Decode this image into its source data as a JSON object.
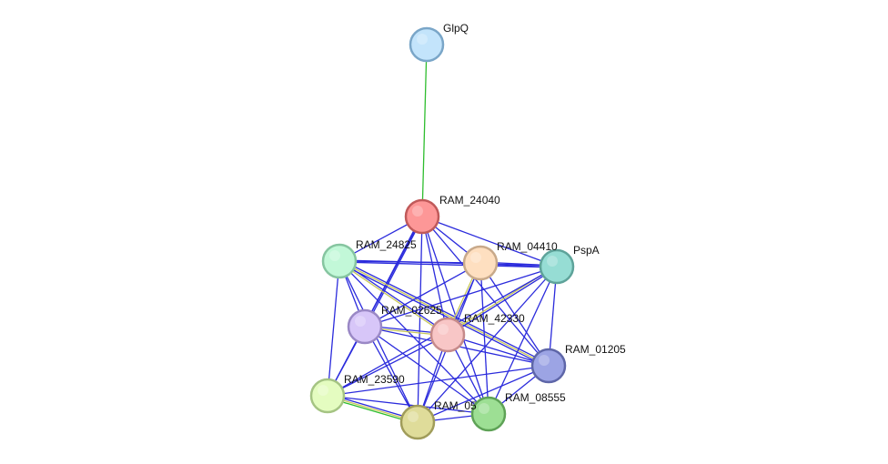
{
  "colors": {
    "background": "#ffffff",
    "edge_blue": "#2b2bdc",
    "edge_green": "#2ebd2e",
    "edge_yellow": "#c8c85a"
  },
  "nodes": [
    {
      "id": "GlpQ",
      "label": "GlpQ",
      "fill": "#c3e4fb",
      "stroke": "#7aa6c8"
    },
    {
      "id": "RAM_24040",
      "label": "RAM_24040",
      "fill": "#fd9797",
      "stroke": "#c05a5a"
    },
    {
      "id": "RAM_24825",
      "label": "RAM_24825",
      "fill": "#c2f8d8",
      "stroke": "#86c5a0"
    },
    {
      "id": "RAM_04410",
      "label": "RAM_04410",
      "fill": "#fedfc0",
      "stroke": "#c8a98a"
    },
    {
      "id": "PspA",
      "label": "PspA",
      "fill": "#96ddd4",
      "stroke": "#5ea39a"
    },
    {
      "id": "RAM_02625",
      "label": "RAM_02625",
      "fill": "#d7c6f8",
      "stroke": "#9a88c5"
    },
    {
      "id": "RAM_42330",
      "label": "RAM_42330",
      "fill": "#f8c6c6",
      "stroke": "#c58a8a"
    },
    {
      "id": "RAM_01205",
      "label": "RAM_01205",
      "fill": "#9ca4e4",
      "stroke": "#5e66a8"
    },
    {
      "id": "RAM_23590",
      "label": "RAM_23590",
      "fill": "#e4fcc0",
      "stroke": "#a5c483"
    },
    {
      "id": "RAM_05",
      "label": "RAM_05",
      "fill": "#dfdc9a",
      "stroke": "#a09c5a"
    },
    {
      "id": "RAM_08555",
      "label": "RAM_08555",
      "fill": "#9ddf94",
      "stroke": "#5ea256"
    }
  ],
  "edges": [
    {
      "from": "GlpQ",
      "to": "RAM_24040",
      "colors": [
        "#2ebd2e"
      ]
    },
    {
      "from": "RAM_24040",
      "to": "RAM_24825",
      "colors": [
        "#2b2bdc"
      ]
    },
    {
      "from": "RAM_24040",
      "to": "RAM_04410",
      "colors": [
        "#2b2bdc"
      ]
    },
    {
      "from": "RAM_24040",
      "to": "PspA",
      "colors": [
        "#2b2bdc"
      ]
    },
    {
      "from": "RAM_24040",
      "to": "RAM_02625",
      "colors": [
        "#2b2bdc",
        "#2b2bdc"
      ]
    },
    {
      "from": "RAM_24040",
      "to": "RAM_42330",
      "colors": [
        "#2b2bdc"
      ]
    },
    {
      "from": "RAM_24040",
      "to": "RAM_01205",
      "colors": [
        "#2b2bdc"
      ]
    },
    {
      "from": "RAM_24040",
      "to": "RAM_23590",
      "colors": [
        "#2b2bdc"
      ]
    },
    {
      "from": "RAM_24040",
      "to": "RAM_05",
      "colors": [
        "#2b2bdc"
      ]
    },
    {
      "from": "RAM_24040",
      "to": "RAM_08555",
      "colors": [
        "#2b2bdc"
      ]
    },
    {
      "from": "RAM_24825",
      "to": "RAM_04410",
      "colors": [
        "#2b2bdc"
      ]
    },
    {
      "from": "RAM_24825",
      "to": "PspA",
      "colors": [
        "#2b2bdc",
        "#2b2bdc"
      ]
    },
    {
      "from": "RAM_24825",
      "to": "RAM_02625",
      "colors": [
        "#2b2bdc"
      ]
    },
    {
      "from": "RAM_24825",
      "to": "RAM_42330",
      "colors": [
        "#2b2bdc",
        "#c8c85a"
      ]
    },
    {
      "from": "RAM_24825",
      "to": "RAM_01205",
      "colors": [
        "#2b2bdc",
        "#c8c85a",
        "#2b2bdc"
      ]
    },
    {
      "from": "RAM_24825",
      "to": "RAM_23590",
      "colors": [
        "#2b2bdc"
      ]
    },
    {
      "from": "RAM_24825",
      "to": "RAM_05",
      "colors": [
        "#2b2bdc"
      ]
    },
    {
      "from": "RAM_24825",
      "to": "RAM_08555",
      "colors": [
        "#2b2bdc"
      ]
    },
    {
      "from": "RAM_04410",
      "to": "PspA",
      "colors": [
        "#2b2bdc",
        "#2b2bdc"
      ]
    },
    {
      "from": "RAM_04410",
      "to": "RAM_02625",
      "colors": [
        "#2b2bdc"
      ]
    },
    {
      "from": "RAM_04410",
      "to": "RAM_42330",
      "colors": [
        "#2b2bdc",
        "#c8c85a"
      ]
    },
    {
      "from": "RAM_04410",
      "to": "RAM_01205",
      "colors": [
        "#2b2bdc"
      ]
    },
    {
      "from": "RAM_04410",
      "to": "RAM_05",
      "colors": [
        "#2b2bdc"
      ]
    },
    {
      "from": "RAM_04410",
      "to": "RAM_08555",
      "colors": [
        "#2b2bdc"
      ]
    },
    {
      "from": "PspA",
      "to": "RAM_02625",
      "colors": [
        "#2b2bdc"
      ]
    },
    {
      "from": "PspA",
      "to": "RAM_42330",
      "colors": [
        "#2b2bdc",
        "#c8c85a"
      ]
    },
    {
      "from": "PspA",
      "to": "RAM_01205",
      "colors": [
        "#2b2bdc"
      ]
    },
    {
      "from": "PspA",
      "to": "RAM_23590",
      "colors": [
        "#2b2bdc"
      ]
    },
    {
      "from": "PspA",
      "to": "RAM_05",
      "colors": [
        "#2b2bdc"
      ]
    },
    {
      "from": "PspA",
      "to": "RAM_08555",
      "colors": [
        "#2b2bdc"
      ]
    },
    {
      "from": "RAM_02625",
      "to": "RAM_42330",
      "colors": [
        "#2b2bdc",
        "#c8c85a"
      ]
    },
    {
      "from": "RAM_02625",
      "to": "RAM_01205",
      "colors": [
        "#2b2bdc"
      ]
    },
    {
      "from": "RAM_02625",
      "to": "RAM_23590",
      "colors": [
        "#2b2bdc"
      ]
    },
    {
      "from": "RAM_02625",
      "to": "RAM_05",
      "colors": [
        "#2b2bdc"
      ]
    },
    {
      "from": "RAM_02625",
      "to": "RAM_08555",
      "colors": [
        "#2b2bdc"
      ]
    },
    {
      "from": "RAM_42330",
      "to": "RAM_01205",
      "colors": [
        "#2b2bdc"
      ]
    },
    {
      "from": "RAM_42330",
      "to": "RAM_23590",
      "colors": [
        "#2b2bdc"
      ]
    },
    {
      "from": "RAM_42330",
      "to": "RAM_05",
      "colors": [
        "#2b2bdc"
      ]
    },
    {
      "from": "RAM_42330",
      "to": "RAM_08555",
      "colors": [
        "#2b2bdc"
      ]
    },
    {
      "from": "RAM_01205",
      "to": "RAM_23590",
      "colors": [
        "#2b2bdc"
      ]
    },
    {
      "from": "RAM_01205",
      "to": "RAM_05",
      "colors": [
        "#2b2bdc"
      ]
    },
    {
      "from": "RAM_01205",
      "to": "RAM_08555",
      "colors": [
        "#2b2bdc"
      ]
    },
    {
      "from": "RAM_23590",
      "to": "RAM_05",
      "colors": [
        "#2b2bdc",
        "#c8c85a",
        "#2ebd2e"
      ]
    },
    {
      "from": "RAM_23590",
      "to": "RAM_08555",
      "colors": [
        "#2b2bdc"
      ]
    },
    {
      "from": "RAM_05",
      "to": "RAM_08555",
      "colors": [
        "#2b2bdc"
      ]
    }
  ]
}
